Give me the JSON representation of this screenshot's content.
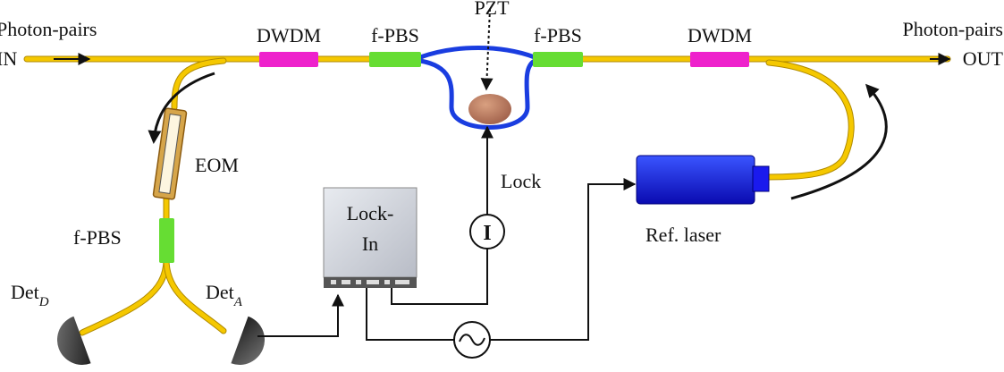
{
  "labels": {
    "input_top": "Photon-pairs",
    "input_bottom": "IN",
    "output_top": "Photon-pairs",
    "output_bottom": "OUT",
    "dwdm_left": "DWDM",
    "fpbs_left": "f-PBS",
    "pzt": "PZT",
    "fpbs_right": "f-PBS",
    "dwdm_right": "DWDM",
    "eom": "EOM",
    "fpbs_bottom": "f-PBS",
    "det_d_main": "Det",
    "det_d_sub": "D",
    "det_a_main": "Det",
    "det_a_sub": "A",
    "lockin_line1": "Lock-",
    "lockin_line2": "In",
    "lock": "Lock",
    "integrator_symbol": "I",
    "ref_laser": "Ref. laser"
  },
  "colors": {
    "fiber": "#f5c800",
    "fiber_edge": "#b08a00",
    "dwdm": "#ee22cc",
    "fpbs": "#66dd33",
    "interferometer": "#1a3de0",
    "pzt": "#c98560",
    "laser": "#1a1aee",
    "lockin_box": "#d4d8e0",
    "detector": "#3a3a3a",
    "wire": "#111111"
  },
  "icons": {
    "integrator": "circled-I-icon",
    "oscillator": "sine-wave-icon",
    "arrows": "black-arrow-icon"
  }
}
